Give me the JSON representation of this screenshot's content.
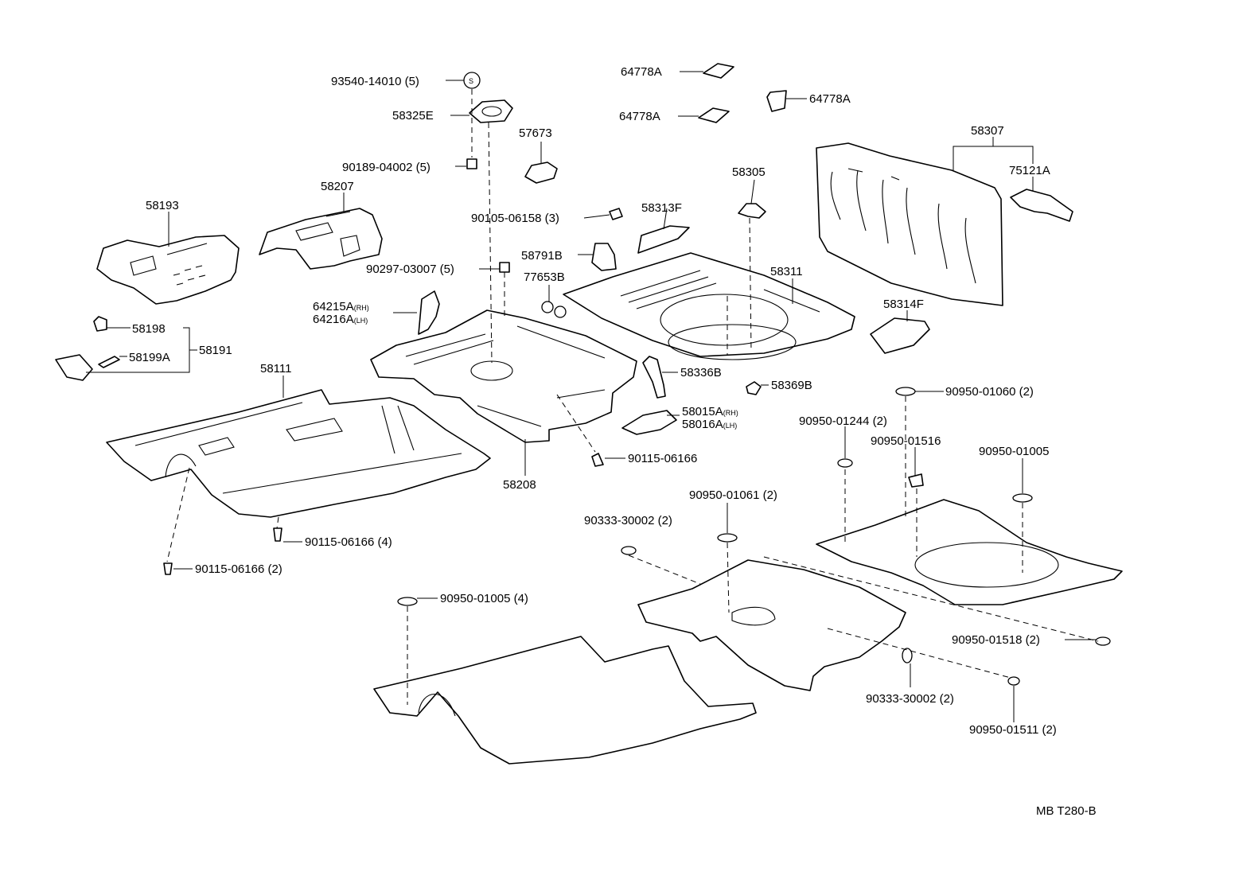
{
  "labels": {
    "p93540": "93540-14010 (5)",
    "p58325E": "58325E",
    "p90189": "90189-04002 (5)",
    "p57673": "57673",
    "p64778A_1": "64778A",
    "p64778A_2": "64778A",
    "p64778A_3": "64778A",
    "p58307": "58307",
    "p75121A": "75121A",
    "p58193": "58193",
    "p58207": "58207",
    "p90105": "90105-06158 (3)",
    "p58305": "58305",
    "p58313F": "58313F",
    "p58791B": "58791B",
    "p90297": "90297-03007 (5)",
    "p77653B": "77653B",
    "p58311": "58311",
    "p64215A": "64215A",
    "p64216A": "64216A",
    "p58314F": "58314F",
    "p58198": "58198",
    "p58199A": "58199A",
    "p58191": "58191",
    "p58111": "58111",
    "p58336B": "58336B",
    "p58369B": "58369B",
    "p58015A": "58015A",
    "p58016A": "58016A",
    "p90950_01060": "90950-01060 (2)",
    "p90950_01244": "90950-01244 (2)",
    "p90950_01516": "90950-01516",
    "p90950_01005": "90950-01005",
    "p90115_a": "90115-06166",
    "p58208": "58208",
    "p90950_01061": "90950-01061 (2)",
    "p90333_a": "90333-30002 (2)",
    "p90115_b": "90115-06166 (4)",
    "p90115_c": "90115-06166 (2)",
    "p90950_01005_4": "90950-01005 (4)",
    "p90950_01518": "90950-01518 (2)",
    "p90333_b": "90333-30002 (2)",
    "p90950_01511": "90950-01511 (2)",
    "code": "MB T280-B"
  },
  "marks": {
    "rh": "(RH)",
    "lh": "(LH)",
    "s": "S"
  }
}
